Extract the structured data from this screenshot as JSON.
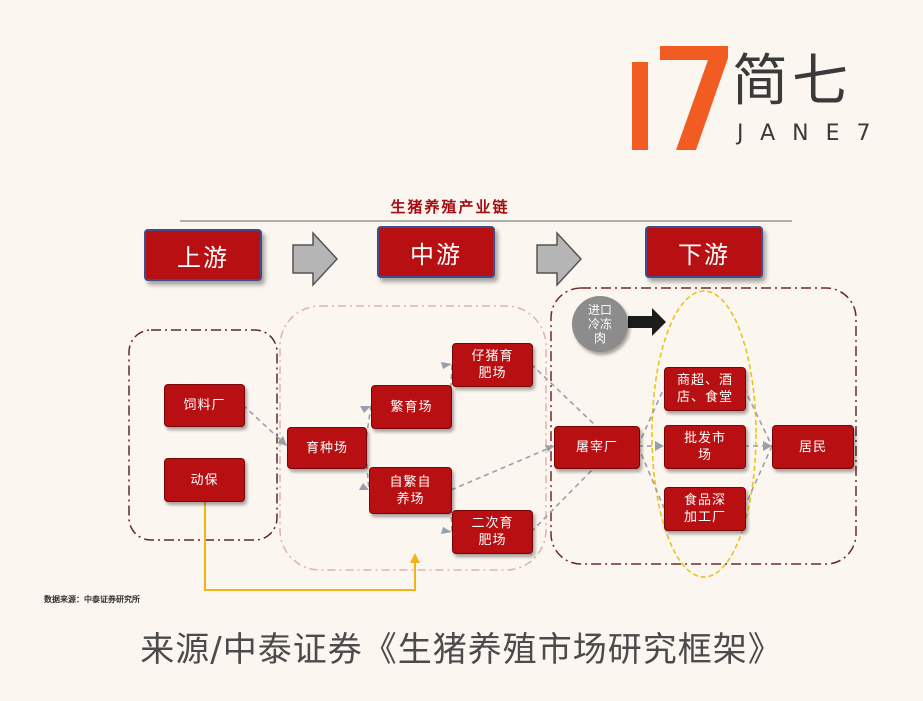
{
  "brand": {
    "name_cn": "简七",
    "name_en": "JANE7",
    "colors": {
      "logo_orange": "#f25c22",
      "text": "#3a3a3a"
    }
  },
  "diagram": {
    "title": "生猪养殖产业链",
    "stages": {
      "upstream": "上游",
      "midstream": "中游",
      "downstream": "下游"
    },
    "nodes": {
      "feed_mill": "饲料厂",
      "animal_health": "动保",
      "breeding_farm": "育种场",
      "multiplier_farm": "繁育场",
      "piglet_farm": "仔猪育\n肥场",
      "self_breeding_farm": "自繁自\n养场",
      "secondary_fattening_farm": "二次育\n肥场",
      "slaughterhouse": "屠宰厂",
      "imported_frozen_meat": "进口\n冷冻\n肉",
      "supermarkets_hotels": "商超、酒\n店、食堂",
      "wholesale_market": "批发市\n场",
      "food_processing": "食品深\n加工厂",
      "residents": "居民"
    },
    "colors": {
      "node_fill": "#b80f12",
      "stage_border": "#3c4f8a",
      "highlight_ellipse": "#e9c41a",
      "feed_link": "#f2b21a"
    }
  },
  "source_note": "数据来源：中泰证券研究所",
  "caption": "来源/中泰证券《生猪养殖市场研究框架》"
}
